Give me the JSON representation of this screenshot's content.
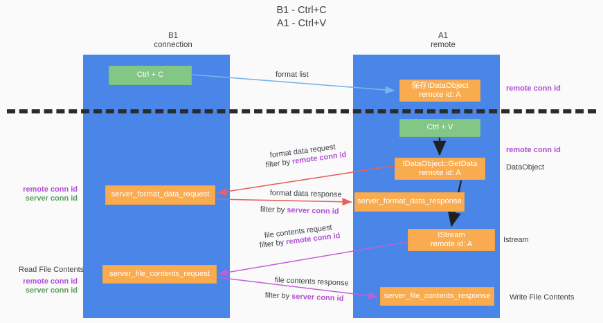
{
  "title": "B1 - Ctrl+C\nA1 - Ctrl+V",
  "colors": {
    "lane": "#4a86e8",
    "green_node": "#82c785",
    "orange_node": "#f9ab50",
    "remote_conn_id": "#b24fd6",
    "server_conn_id": "#57a05a",
    "arrow_blue": "#7cb3e8",
    "arrow_red": "#e8615a",
    "arrow_purple": "#c060d8",
    "arrow_black": "#202020",
    "divider": "#2b2b2b",
    "background": "#fafafa"
  },
  "columns": [
    {
      "name": "b1",
      "header": "B1\nconnection"
    },
    {
      "name": "a1",
      "header": "A1\nremote"
    }
  ],
  "nodes": [
    {
      "id": "ctrl-c",
      "label": "Ctrl + C",
      "color": "green"
    },
    {
      "id": "idataobject",
      "label": "保存IDataObject\nremote id: A",
      "color": "orange"
    },
    {
      "id": "ctrl-v",
      "label": "Ctrl + V",
      "color": "green"
    },
    {
      "id": "idataobject-getdata",
      "label": "IDataObject::GetData\nremote id: A",
      "color": "orange"
    },
    {
      "id": "server-format-data-request",
      "label": "server_format_data_request",
      "color": "orange"
    },
    {
      "id": "server-format-data-response",
      "label": "server_format_data_response",
      "color": "orange"
    },
    {
      "id": "istream",
      "label": "IStream\nremote id: A",
      "color": "orange"
    },
    {
      "id": "server-file-contents-request",
      "label": "server_file_contents_request",
      "color": "orange"
    },
    {
      "id": "server-file-contents-response",
      "label": "server_file_contents_response",
      "color": "orange"
    }
  ],
  "arrow_labels": {
    "format_list": "format list",
    "format_data_request": "format data request",
    "format_data_request_filter_prefix": "filter by ",
    "format_data_request_filter_key": "remote conn id",
    "format_data_response": "format data response",
    "format_data_response_filter_prefix": "filter by ",
    "format_data_response_filter_key": "server conn id",
    "file_contents_request": "file contents request",
    "file_contents_request_filter_prefix": "filter by ",
    "file_contents_request_filter_key": "remote conn id",
    "file_contents_response": "file contents response",
    "file_contents_response_filter_prefix": "filter by ",
    "file_contents_response_filter_key": "server conn id"
  },
  "annotations": {
    "right_remote_conn_id_top": "remote conn id",
    "right_remote_conn_id_mid": "remote conn id",
    "right_dataobject": "DataObject",
    "right_istream": "Istream",
    "right_write_file_contents": "Write File Contents",
    "left_remote_conn_id": "remote conn id",
    "left_server_conn_id": "server conn id",
    "left_read_file_contents": "Read File Contents",
    "left_remote_conn_id_2": "remote conn id",
    "left_server_conn_id_2": "server conn id"
  }
}
